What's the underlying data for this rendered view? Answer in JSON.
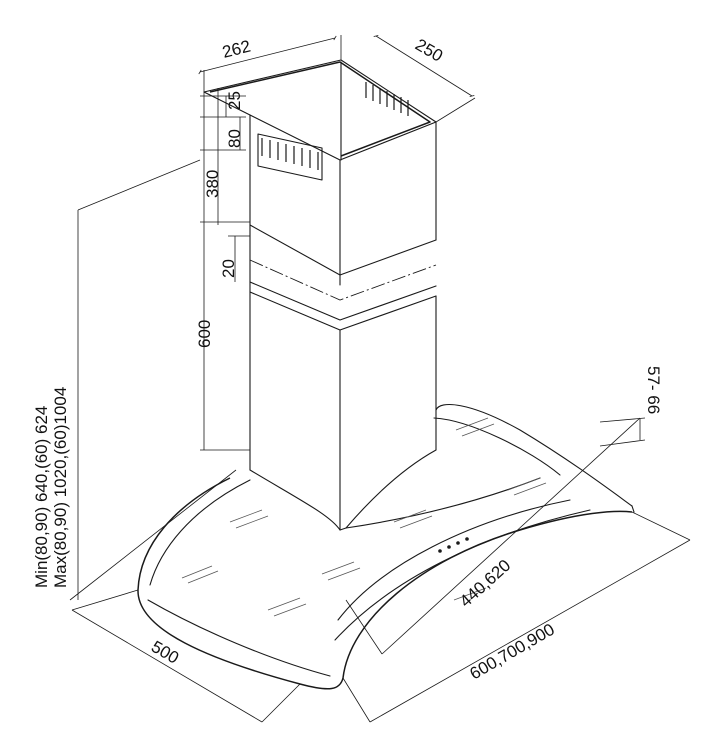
{
  "labels": {
    "top_width": "262",
    "top_depth": "250",
    "top_offset": "25",
    "vent_height": "80",
    "upper_chimney": "380",
    "overlap": "20",
    "lower_chimney": "600",
    "glass_thickness": "57- 66",
    "min_height": "Min(80,90) 640,(60) 624",
    "max_height": "Max(80,90) 1020,(60)1004",
    "inner_width": "440,620",
    "depth": "500",
    "overall_width": "600,700,900"
  },
  "colors": {
    "line": "#1a1a1a",
    "background": "#ffffff"
  }
}
